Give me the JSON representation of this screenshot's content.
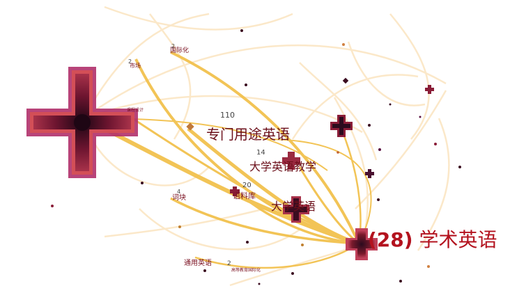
{
  "legend_text_lines": [
    "",
    "",
    "",
    "",
    "",
    "",
    "",
    "",
    ""
  ],
  "main_node": {
    "count": "(28)",
    "label": "学术英语"
  },
  "nodes": [
    {
      "id": "esp",
      "label": "专门用途英语",
      "count": "110"
    },
    {
      "id": "cet",
      "label": "大学英语教学",
      "count": "14"
    },
    {
      "id": "corpus",
      "label": "语料库",
      "count": "20"
    },
    {
      "id": "college",
      "label": "大学英语",
      "count": ""
    },
    {
      "id": "intl",
      "label": "国际化",
      "count": "2"
    },
    {
      "id": "market",
      "label": "市场",
      "count": "2"
    },
    {
      "id": "course",
      "label": "课程设计",
      "count": ""
    },
    {
      "id": "chunk",
      "label": "词块",
      "count": "4"
    },
    {
      "id": "general",
      "label": "通用英语",
      "count": "2"
    },
    {
      "id": "higher_edu",
      "label": "高等教育国际化",
      "count": ""
    }
  ],
  "colors": {
    "edge_strong": "#f2c14e",
    "edge_faint": "#fbe6c4",
    "node_ring_outer": "#b0306a",
    "node_ring_mid": "#d9534f",
    "node_core": "#2b0b1e",
    "label": "#6b0f1a",
    "accent": "#b3121e"
  }
}
